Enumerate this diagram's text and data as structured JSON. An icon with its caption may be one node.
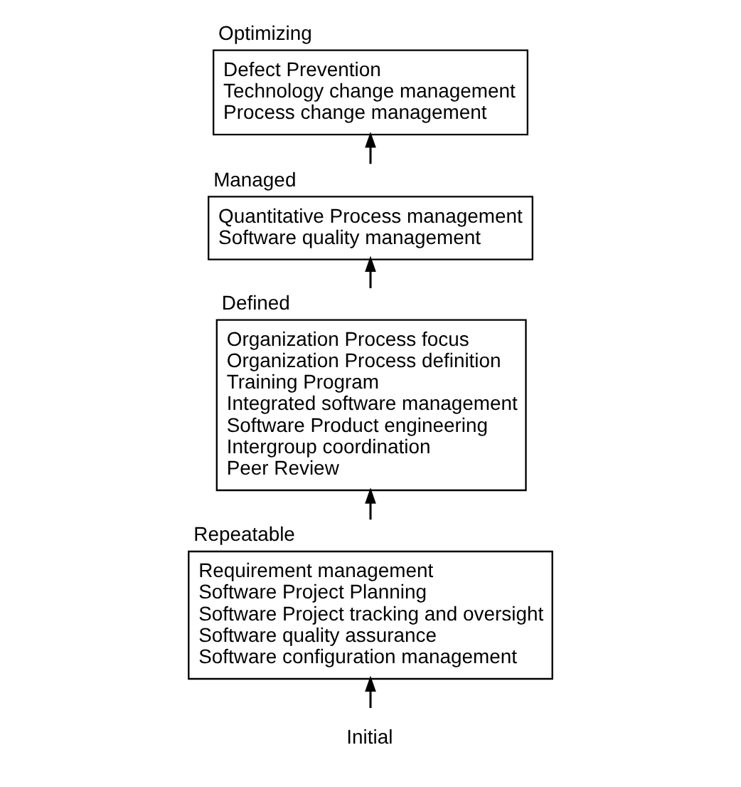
{
  "diagram": {
    "nodes": [
      {
        "text": [
          "Initial"
        ]
      },
      {
        "text": [
          "Repeatable",
          "Requirement management",
          "Software Project Planning",
          "Software Project tracking and oversight",
          "Software quality assurance",
          "Software configuration management"
        ]
      },
      {
        "text": [
          "Defined",
          "Organization Process focus",
          "Organization Process definition",
          "Training Program",
          "Integrated software management",
          "Software Product engineering",
          "Intergroup coordination",
          "Peer Review"
        ]
      },
      {
        "text": [
          "Managed",
          "Quantitative Process management",
          "Software quality management"
        ]
      },
      {
        "text": [
          "Optimizing",
          "Defect Prevention",
          "Technology change management",
          "Process change management"
        ]
      }
    ],
    "edges": [
      {
        "from": 0,
        "to": 1,
        "arrow": "to"
      },
      {
        "from": 1,
        "to": 2,
        "arrow": "to"
      },
      {
        "from": 2,
        "to": 3,
        "arrow": "to"
      },
      {
        "from": 3,
        "to": 4,
        "arrow": "to"
      }
    ]
  }
}
